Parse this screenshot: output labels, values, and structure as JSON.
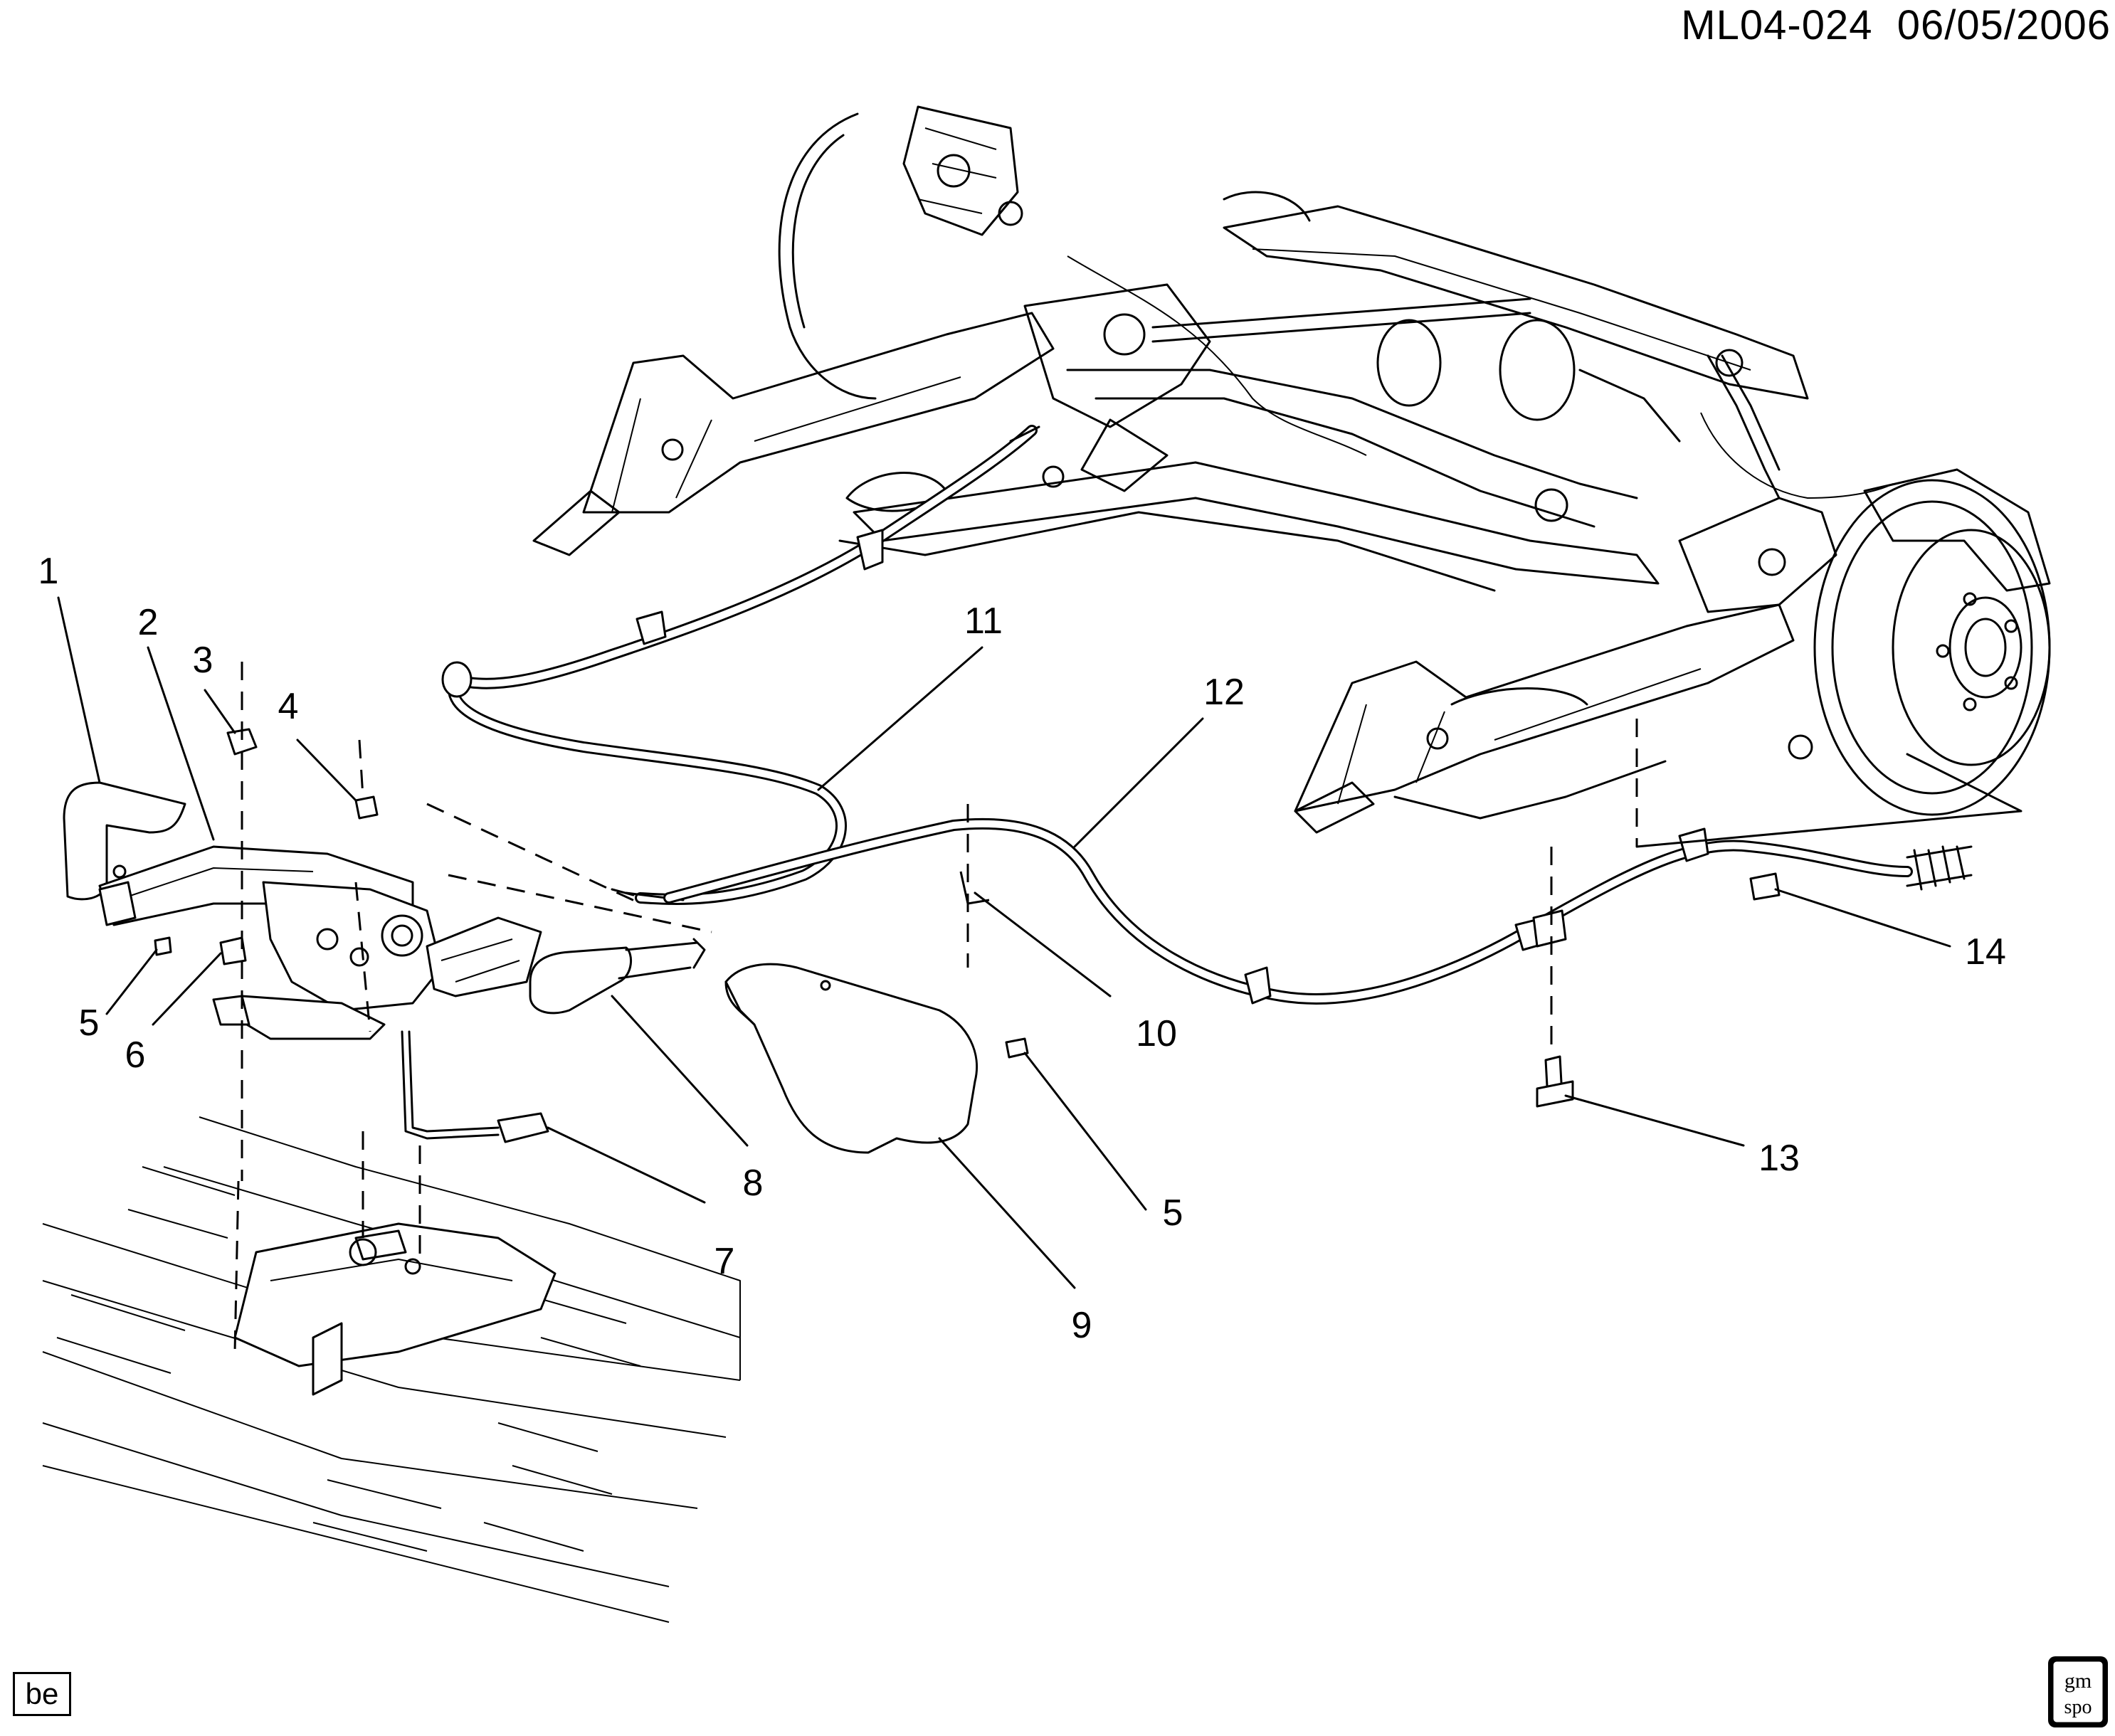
{
  "header": {
    "code": "ML04-024",
    "date": "06/05/2006"
  },
  "callouts": [
    "1",
    "2",
    "3",
    "4",
    "5",
    "6",
    "7",
    "8",
    "9",
    "10",
    "11",
    "12",
    "13",
    "14",
    "5"
  ],
  "badge": {
    "text": "be"
  },
  "logo": {
    "top": "gm",
    "bottom": "spo"
  }
}
